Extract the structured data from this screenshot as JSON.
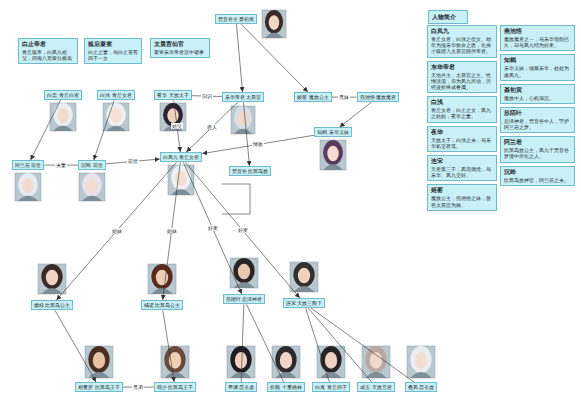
{
  "diagram": {
    "nodes": [
      {
        "text": [
          "白止帝君",
          "青丘狐帝，白凤九祖父，四海八荒辈分极高"
        ]
      },
      {
        "text": [
          "狐后凝裳",
          "白止之妻，与白止育有四子一女"
        ]
      },
      {
        "text": [
          "太晨宫仙官",
          "掌管东华帝君宫中诸事"
        ]
      },
      {
        "text": [
          "梵音谷主 聂初寅"
        ]
      },
      {
        "text": [
          "白奕 青丘白家"
        ]
      },
      {
        "text": [
          "白浅 青丘女君"
        ]
      },
      {
        "text": [
          "夜华 天族太子"
        ]
      },
      {
        "text": [
          "东华帝君 太晨宫"
        ]
      },
      {
        "text": [
          "姬蘅 魔族公主"
        ]
      },
      {
        "text": [
          "燕池悟 魔族魔君"
        ]
      },
      {
        "text": [
          "知鹤 东华义妹"
        ]
      },
      {
        "text": [
          "阿兰若 前世"
        ]
      },
      {
        "text": [
          "沉晔 前世"
        ]
      },
      {
        "text": [
          "白凤九 青丘女君"
        ]
      },
      {
        "text": [
          "梵音谷 比翼鸟族"
        ]
      },
      {
        "text": [
          "嫦棣 比翼鸟公主"
        ]
      },
      {
        "text": [
          "橘诺 比翼鸟公主"
        ]
      },
      {
        "text": [
          "苏陌叶 息泽神君"
        ]
      },
      {
        "text": [
          "连宋 天族三殿下"
        ]
      },
      {
        "text": [
          "相里贺 比翼鸟王子"
        ]
      },
      {
        "text": [
          "萌少 比翼鸟王子"
        ]
      },
      {
        "text": [
          "墨渊 昆仑虚"
        ]
      },
      {
        "text": [
          "折颜 十里桃林"
        ]
      },
      {
        "text": [
          "白真 青丘四子"
        ]
      },
      {
        "text": [
          "成玉 天族元君"
        ]
      },
      {
        "text": [
          "叠风 昆仑虚"
        ]
      },
      {
        "text": [
          "人物简介"
        ]
      },
      {
        "text": [
          "白凤九",
          "青丘女君，白浅之侄女。幼年为报东华救命之恩，化身小狐狸入太晨宫陪伴帝君。"
        ]
      },
      {
        "text": [
          "东华帝君",
          "天地共主，太晨宫之主。性情淡漠，后为凤九所动，历经波折终成眷属。"
        ]
      },
      {
        "text": [
          "白浅",
          "青丘女君，白止之女，凤九之姑姑，夜华之妻。"
        ]
      },
      {
        "text": [
          "夜华",
          "天族太子，白浅之夫，与东华私交甚笃。"
        ]
      },
      {
        "text": [
          "连宋",
          "天君第三子，风流倜傥，与东华、凤九交好。"
        ]
      },
      {
        "text": [
          "姬蘅",
          "魔族公主，燕池悟之妹，曾在太晨宫为婢。"
        ]
      },
      {
        "text": [
          "燕池悟",
          "魔族魔君之一，与东华宿怨已久，却与凤九结为好友。"
        ]
      },
      {
        "text": [
          "知鹤",
          "东华义妹，倾慕东华，处处为难凤九。"
        ]
      },
      {
        "text": [
          "聂初寅",
          "魔族中人，心机深沉。"
        ]
      },
      {
        "text": [
          "苏陌叶",
          "息泽神君，梵音谷中人，守护阿兰若之梦。"
        ]
      },
      {
        "text": [
          "阿兰若",
          "比翼鸟族公主，凤九于梵音谷梦境中所化之人。"
        ]
      },
      {
        "text": [
          "沉晔",
          "比翼鸟族神官，阿兰若之夫。"
        ]
      }
    ],
    "edges": [
      {
        "from": 4,
        "to": 11,
        "arrow": "to"
      },
      {
        "from": 5,
        "to": 12,
        "arrow": "to"
      },
      {
        "from": 6,
        "to": 7,
        "arrow": "none",
        "label": "旧识"
      },
      {
        "from": 3,
        "to": 7,
        "arrow": "to"
      },
      {
        "from": 3,
        "to": 8,
        "arrow": "to"
      },
      {
        "from": 8,
        "to": 9,
        "arrow": "none",
        "label": "兄妹"
      },
      {
        "from": 9,
        "to": 10,
        "arrow": "to"
      },
      {
        "from": 7,
        "to": 14,
        "arrow": "to"
      },
      {
        "from": 6,
        "to": 13,
        "arrow": "to",
        "label": "姑父"
      },
      {
        "from": 7,
        "to": 13,
        "arrow": "to",
        "label": "恩人"
      },
      {
        "from": 10,
        "to": 13,
        "arrow": "to",
        "label": "情敌"
      },
      {
        "from": 11,
        "to": 12,
        "arrow": "none",
        "label": "夫妻"
      },
      {
        "from": 12,
        "to": 13,
        "arrow": "to",
        "label": "前世"
      },
      {
        "from": 13,
        "to": 15,
        "arrow": "to",
        "label": "姐妹"
      },
      {
        "from": 13,
        "to": 16,
        "arrow": "to",
        "label": "姐妹"
      },
      {
        "from": 13,
        "to": 17,
        "arrow": "to",
        "label": "好友"
      },
      {
        "from": 13,
        "to": 18,
        "arrow": "to",
        "label": "好友"
      },
      {
        "from": 15,
        "to": 19,
        "arrow": "to"
      },
      {
        "from": 16,
        "to": 20,
        "arrow": "to"
      },
      {
        "from": 19,
        "to": 20,
        "arrow": "none",
        "label": "兄弟"
      },
      {
        "from": 17,
        "to": 21,
        "arrow": "none"
      },
      {
        "from": 17,
        "to": 22,
        "arrow": "none"
      },
      {
        "from": 18,
        "to": 23,
        "arrow": "none"
      },
      {
        "from": 18,
        "to": 24,
        "arrow": "none"
      },
      {
        "from": 18,
        "to": 25,
        "arrow": "none"
      }
    ]
  }
}
